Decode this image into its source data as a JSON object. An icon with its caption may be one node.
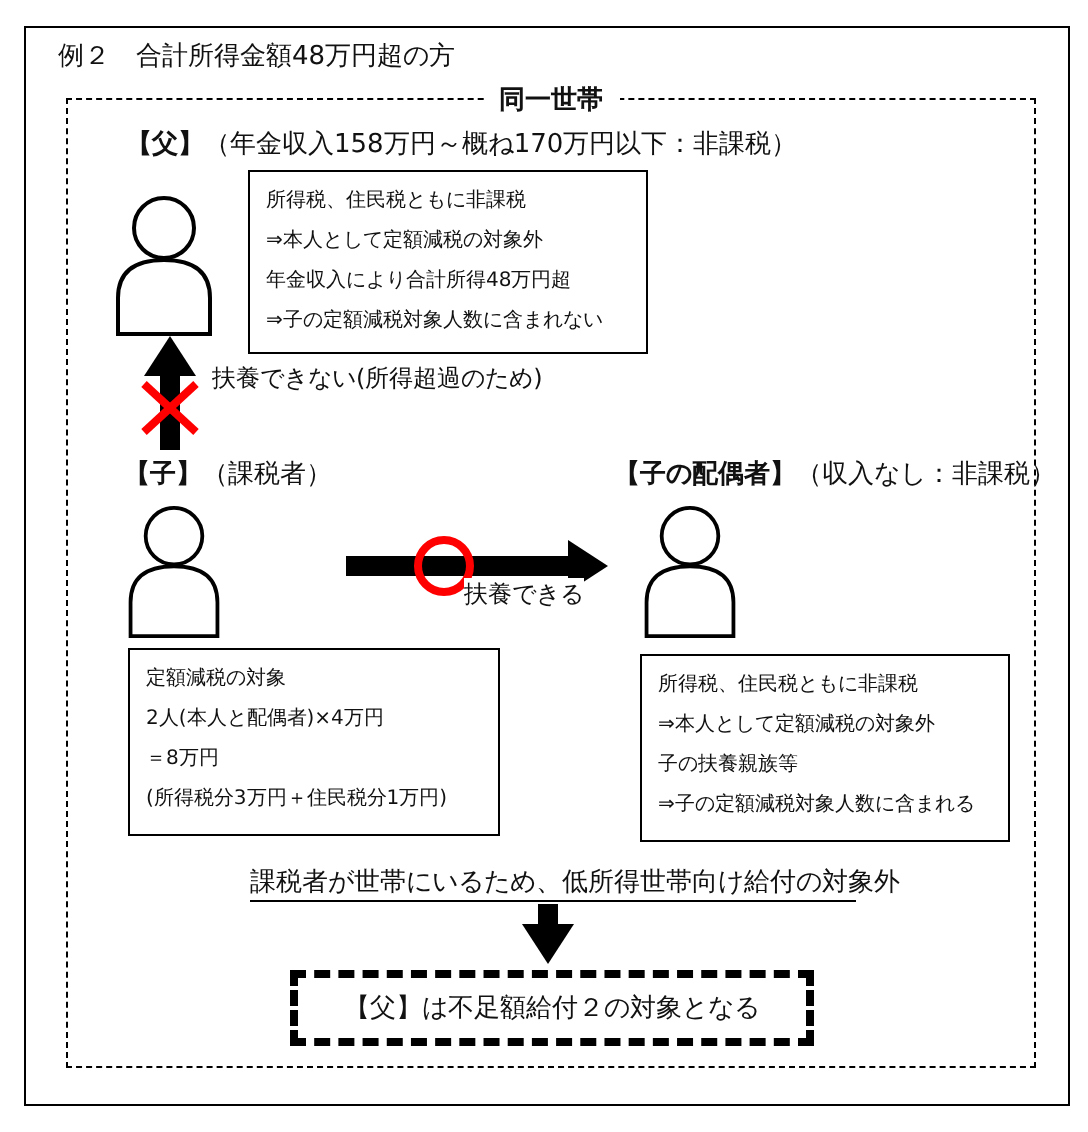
{
  "diagram": {
    "nodes": [
      {
        "text": [
          "例２　合計所得金額48万円超の方"
        ]
      },
      {
        "text": [
          "同一世帯"
        ],
        "in": 0
      },
      {
        "text": [],
        "shape": "person",
        "in": 1
      },
      {
        "text": [
          "所得税、住民税ともに非課税",
          "⇒本人として定額減税の対象外",
          "年金収入により合計所得48万円超",
          "⇒子の定額減税対象人数に含まれない"
        ],
        "in": 1
      },
      {
        "text": [
          "**【子】**（課税者）"
        ],
        "in": 1
      },
      {
        "text": [
          "定額減税の対象",
          "2人(本人と配偶者)×4万円",
          "＝8万円",
          "(所得税分3万円＋住民税分1万円)"
        ],
        "in": 1
      },
      {
        "text": [
          "**【子の配偶者】**（収入なし：非課税）"
        ],
        "in": 1
      },
      {
        "text": [
          "所得税、住民税ともに非課税",
          "⇒本人として定額減税の対象外",
          "子の扶養親族等",
          "⇒子の定額減税対象人数に含まれる"
        ],
        "in": 1
      },
      {
        "text": [
          "課税者が世帯にいるため、低所得世帯向け給付の対象外"
        ],
        "in": 1
      },
      {
        "text": [
          "【父】は不足額給付２の対象となる"
        ],
        "in": 1
      }
    ],
    "edges": [
      {
        "from": 4,
        "to": 2,
        "arrow": "to",
        "label": "扶養できない(所得超過のため)"
      },
      {
        "from": 4,
        "to": 6,
        "arrow": "to",
        "label": "扶養できる"
      },
      {
        "from": 8,
        "to": 9,
        "arrow": "to"
      }
    ],
    "labels": [
      "**【父】**（年金収入158万円～概ね170万円以下：非課税）"
    ]
  }
}
